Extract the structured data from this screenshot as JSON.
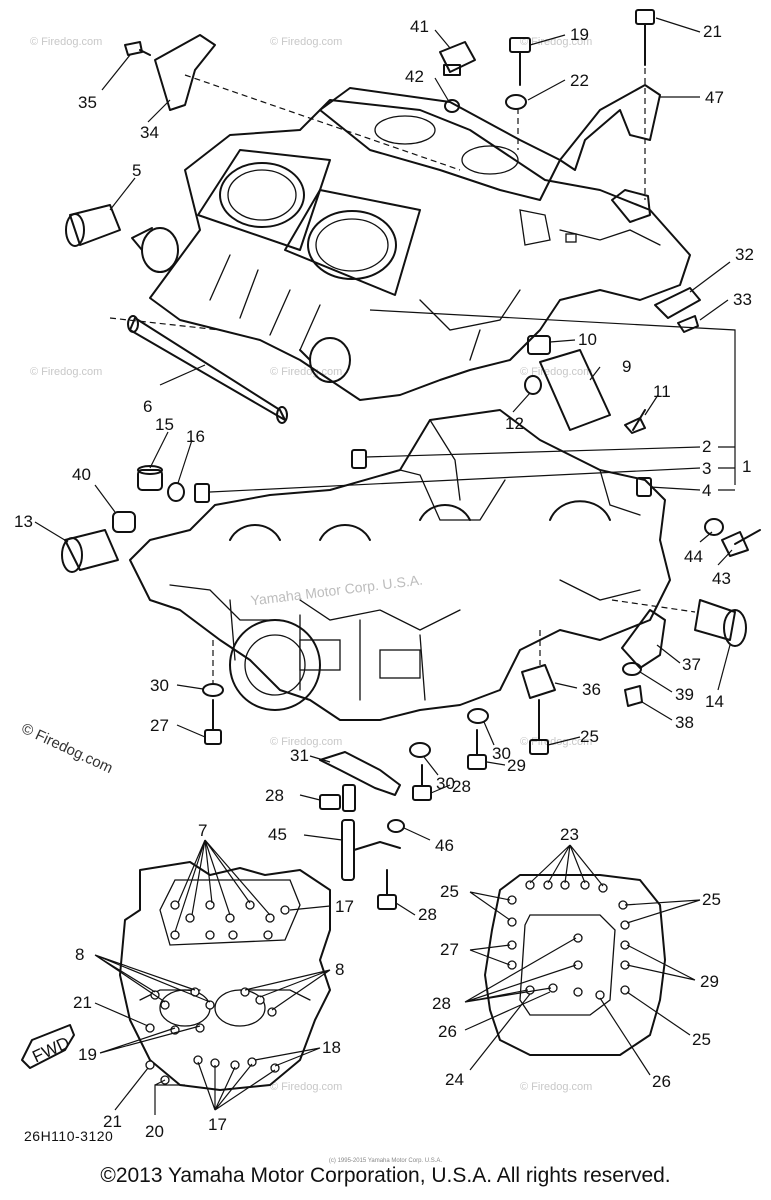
{
  "drawing_code": "26H110-3120",
  "copyright": "©2013 Yamaha Motor Corporation, U.S.A. All rights reserved.",
  "fine_print": "(c) 1995-2015 Yamaha Motor Corp. U.S.A.",
  "side_watermark": "© Firedog.com",
  "center_watermark": "Yamaha Motor Corp. U.S.A.",
  "tile_watermark": "© Firedog.com",
  "fwd_label": "FWD",
  "callouts": {
    "c1": "1",
    "c2": "2",
    "c3": "3",
    "c4": "4",
    "c5": "5",
    "c6": "6",
    "c7": "7",
    "c8a": "8",
    "c8b": "8",
    "c9": "9",
    "c10": "10",
    "c11": "11",
    "c12": "12",
    "c13": "13",
    "c14": "14",
    "c15": "15",
    "c16": "16",
    "c17a": "17",
    "c17b": "17",
    "c18": "18",
    "c19a": "19",
    "c19b": "19",
    "c20": "20",
    "c21a": "21",
    "c21b": "21",
    "c21c": "21",
    "c22": "22",
    "c23": "23",
    "c24": "24",
    "c25a": "25",
    "c25b": "25",
    "c25c": "25",
    "c25d": "25",
    "c26a": "26",
    "c26b": "26",
    "c27a": "27",
    "c27b": "27",
    "c28a": "28",
    "c28b": "28",
    "c28c": "28",
    "c28d": "28",
    "c29a": "29",
    "c29b": "29",
    "c30a": "30",
    "c30b": "30",
    "c30c": "30",
    "c31": "31",
    "c32": "32",
    "c33": "33",
    "c34": "34",
    "c35": "35",
    "c36": "36",
    "c37": "37",
    "c38": "38",
    "c39": "39",
    "c40": "40",
    "c41": "41",
    "c42": "42",
    "c43": "43",
    "c44": "44",
    "c45": "45",
    "c46": "46",
    "c47": "47"
  }
}
